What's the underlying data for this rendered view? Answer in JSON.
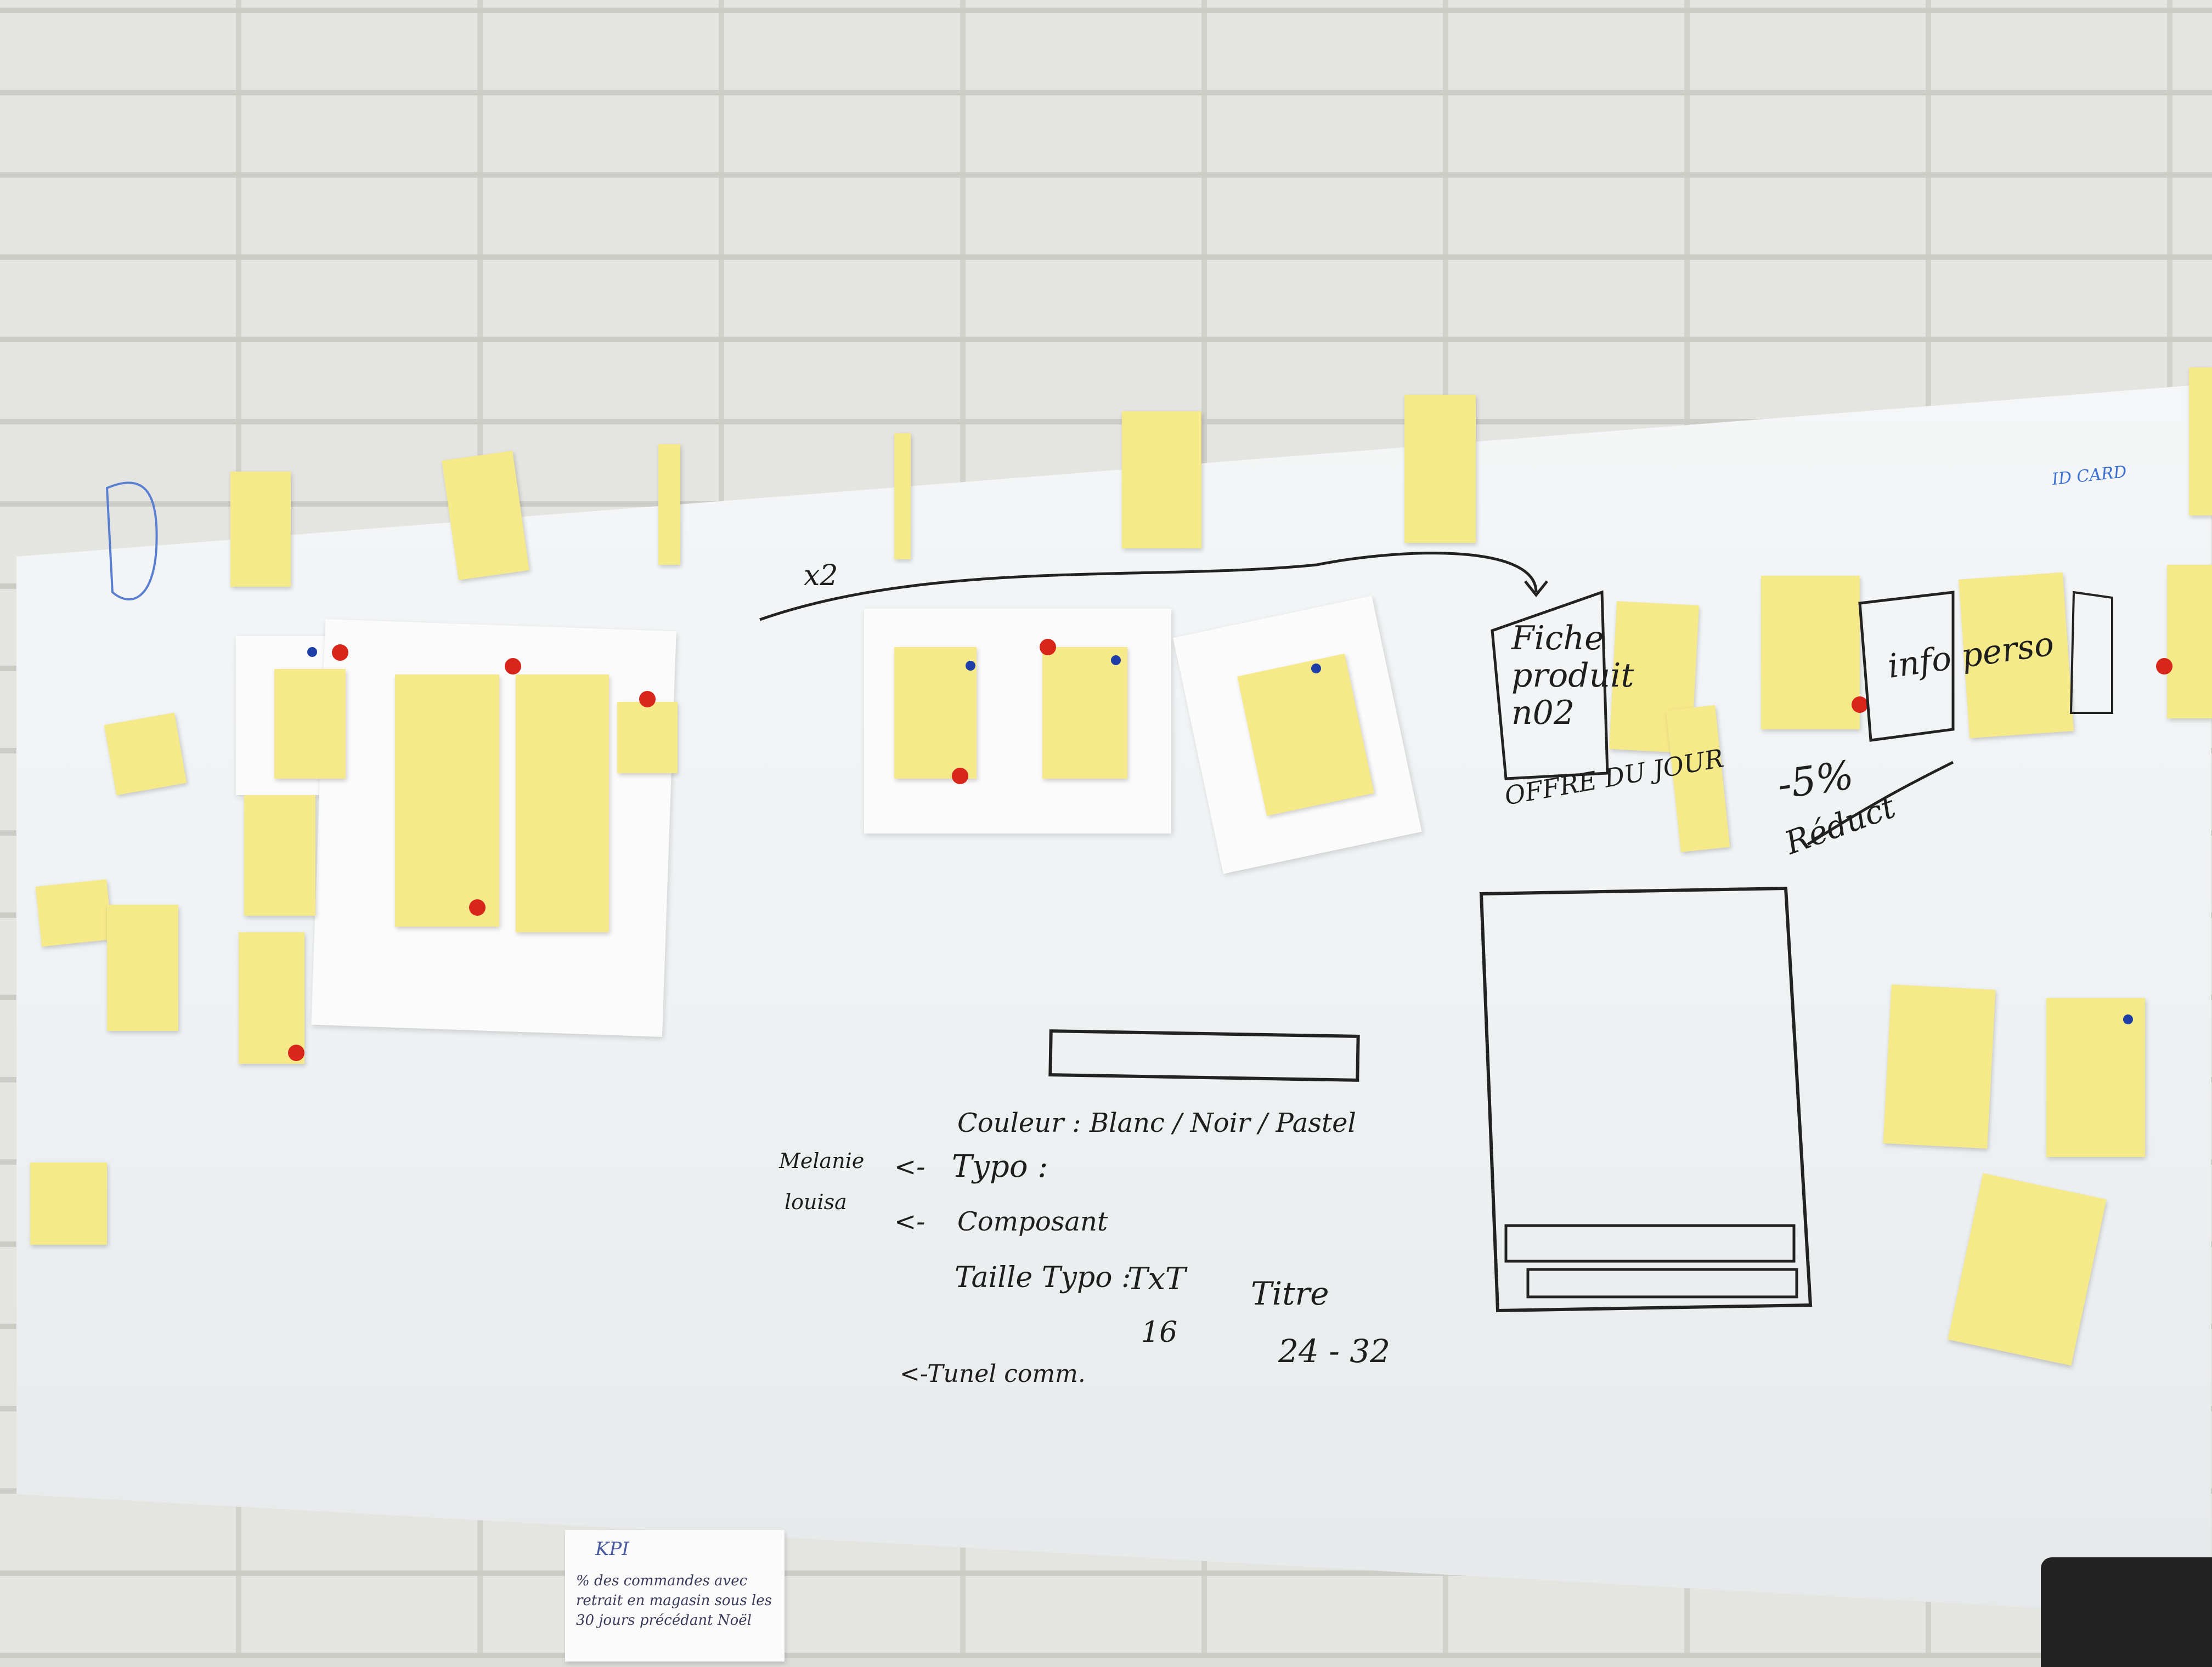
{
  "board_notes": {
    "fiche_produit": "Fiche produit n02",
    "offre_du_jour": "OFFRE DU JOUR",
    "info_perso": "info perso",
    "reduction_percent": "-5%",
    "reduction_word": "Réduct",
    "x2": "x2",
    "couleur": "Couleur : Blanc / Noir / Pastel",
    "typo": "Typo :",
    "composant": "Composant",
    "taille_typo": "Taille Typo :",
    "txt": "TxT",
    "titre": "Titre",
    "txt_size": "16",
    "titre_size": "24 - 32",
    "tunel": "<-Tunel comm.",
    "melanie": "Melanie",
    "louisa": "louisa",
    "arrow_typo": "<-",
    "arrow_composant": "<-",
    "id_card": "ID CARD"
  },
  "kpi_note": {
    "title": "KPI",
    "text": "% des commandes avec retrait en magasin sous les 30 jours précédant Noël"
  },
  "colors": {
    "sticky": "#f6e98a",
    "dot_red": "#d9261c",
    "dot_blue": "#1f3fa8",
    "board": "#f1f3f4",
    "wall": "#e4e4e0"
  }
}
